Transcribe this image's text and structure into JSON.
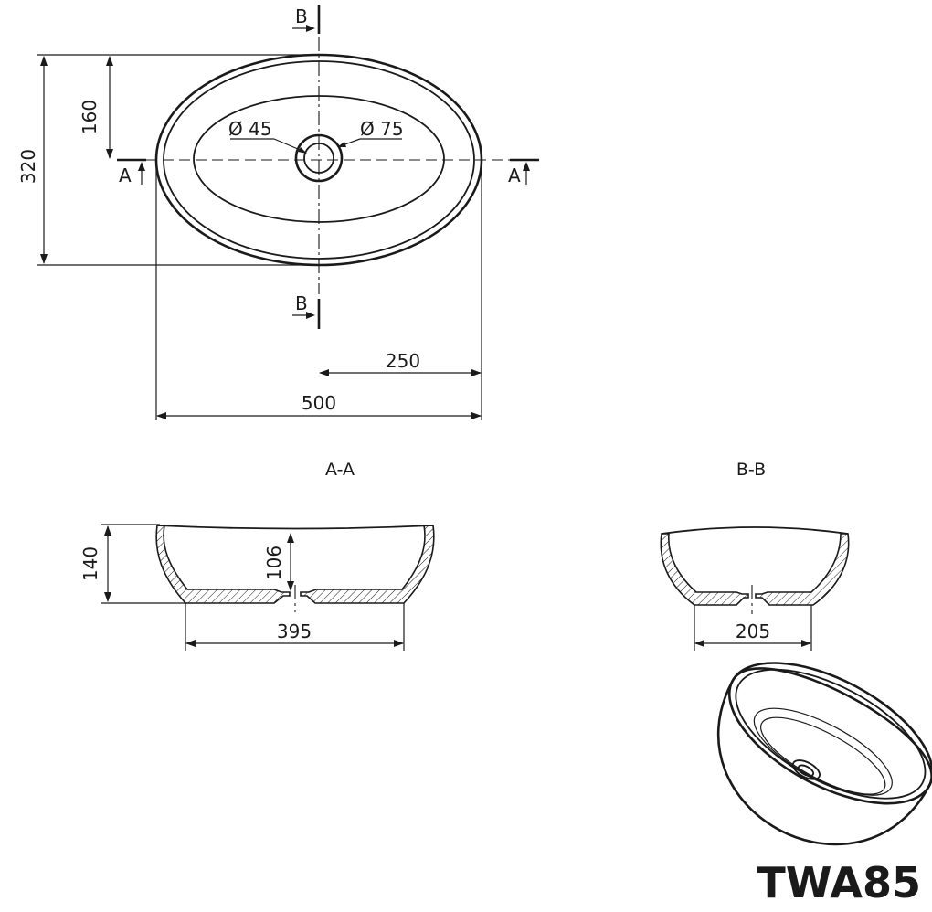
{
  "top_view": {
    "dim_width": "500",
    "dim_half_width": "250",
    "dim_depth": "320",
    "dim_half_depth": "160",
    "drain_inner": "Ø 45",
    "drain_outer": "Ø 75",
    "section_a": "A",
    "section_b": "B"
  },
  "section_aa": {
    "title": "A-A",
    "dim_height": "140",
    "dim_inner_depth": "106",
    "dim_base": "395"
  },
  "section_bb": {
    "title": "B-B",
    "dim_base": "205"
  },
  "model": "TWA85"
}
